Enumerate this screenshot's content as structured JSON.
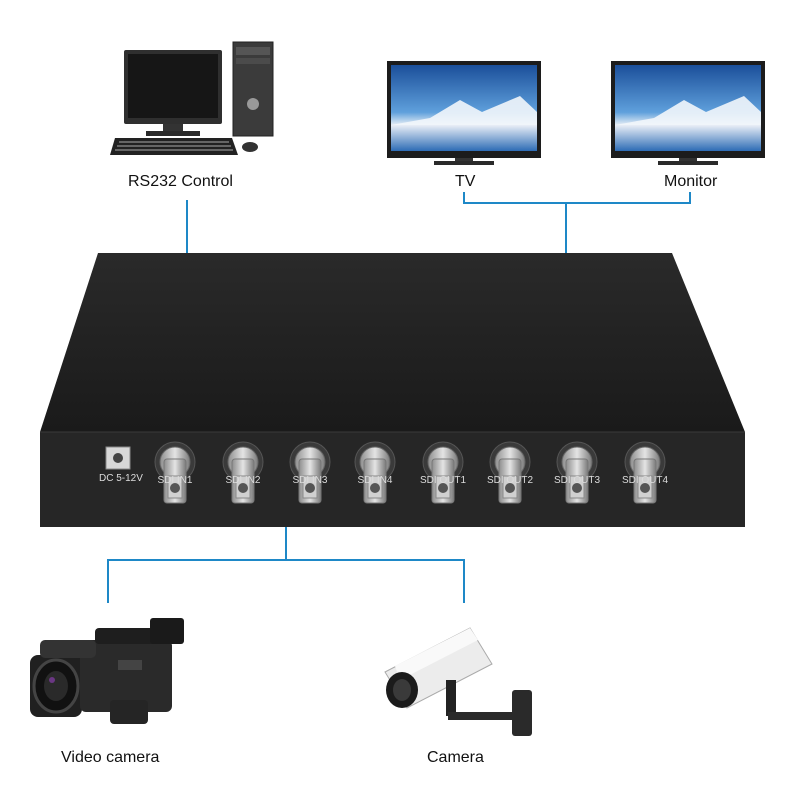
{
  "labels": {
    "rs232": "RS232 Control",
    "tv": "TV",
    "monitor": "Monitor",
    "video_camera": "Video camera",
    "camera": "Camera"
  },
  "device": {
    "power_label": "DC 5-12V",
    "inputs": [
      "SDI IN1",
      "SDI IN2",
      "SDI IN3",
      "SDI IN4"
    ],
    "outputs": [
      "SDI OUT1",
      "SDI OUT2",
      "SDI OUT3",
      "SDI OUT4"
    ]
  },
  "colors": {
    "connector_line": "#1e88c7",
    "device_body": "#232323",
    "background": "#ffffff"
  }
}
